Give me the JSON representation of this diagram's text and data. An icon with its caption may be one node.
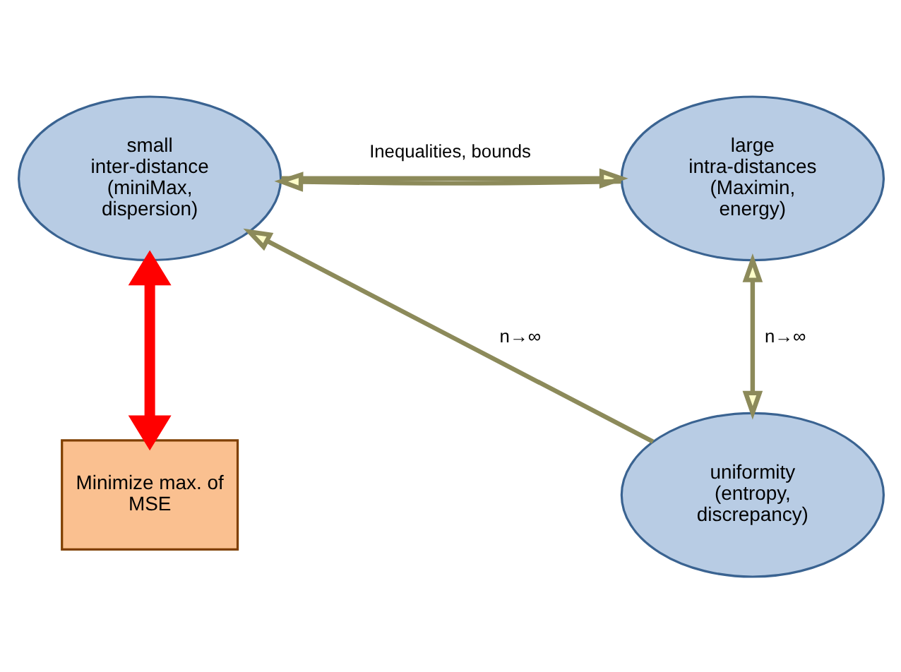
{
  "diagram": {
    "nodes": [
      {
        "text": [
          "small inter-distance (miniMax, dispersion)"
        ]
      },
      {
        "text": [
          "large intra-distances (Maximin, energy)"
        ]
      },
      {
        "text": [
          "uniformity (entropy, discrepancy)"
        ]
      },
      {
        "text": [
          "Minimize max. of MSE"
        ]
      }
    ],
    "edges": [
      {
        "from": 0,
        "to": 1,
        "arrow": "to",
        "label": "Inequalities, bounds"
      },
      {
        "from": 1,
        "to": 0,
        "arrow": "to"
      },
      {
        "from": 2,
        "to": 0,
        "arrow": "to",
        "label": "n→∞"
      },
      {
        "from": 1,
        "to": 2,
        "arrow": "both",
        "label": "n→∞"
      },
      {
        "from": 0,
        "to": 3,
        "arrow": "both",
        "style": "thick",
        "color": "#ff0000"
      }
    ]
  }
}
